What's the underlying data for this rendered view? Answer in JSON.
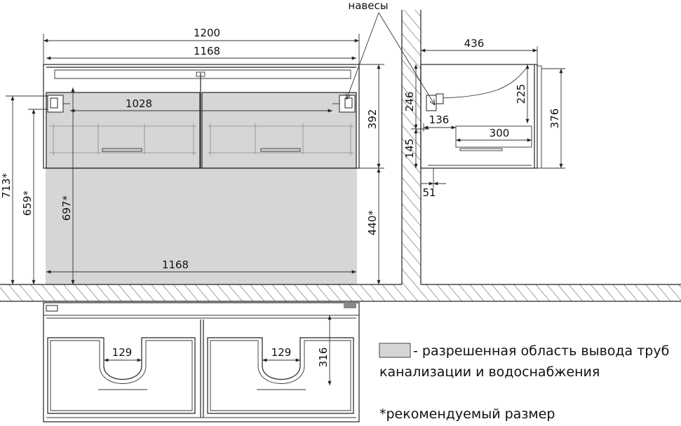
{
  "colors": {
    "zone_fill": "#d6d6d6",
    "line": "#222222",
    "background": "#ffffff"
  },
  "callout": {
    "hinges_label": "навесы"
  },
  "dimensions": {
    "width_total": "1200",
    "width_inner": "1168",
    "drawer_width": "1028",
    "height_from_floor_713": "713*",
    "height_from_floor_659": "659*",
    "height_from_floor_697": "697*",
    "cabinet_height": "392",
    "zone_height": "440*",
    "zone_width": "1168",
    "depth": "436",
    "side_246": "246",
    "side_225": "225",
    "side_376": "376",
    "side_136": "136",
    "side_300": "300",
    "side_145": "145",
    "side_51": "51",
    "cutout_left": "129",
    "cutout_right": "129",
    "plan_depth": "316"
  },
  "legend": {
    "zone_line1": "- разрешенная область вывода труб",
    "zone_line2": "канализации и водоснабжения",
    "note": "*рекомендуемый размер"
  }
}
